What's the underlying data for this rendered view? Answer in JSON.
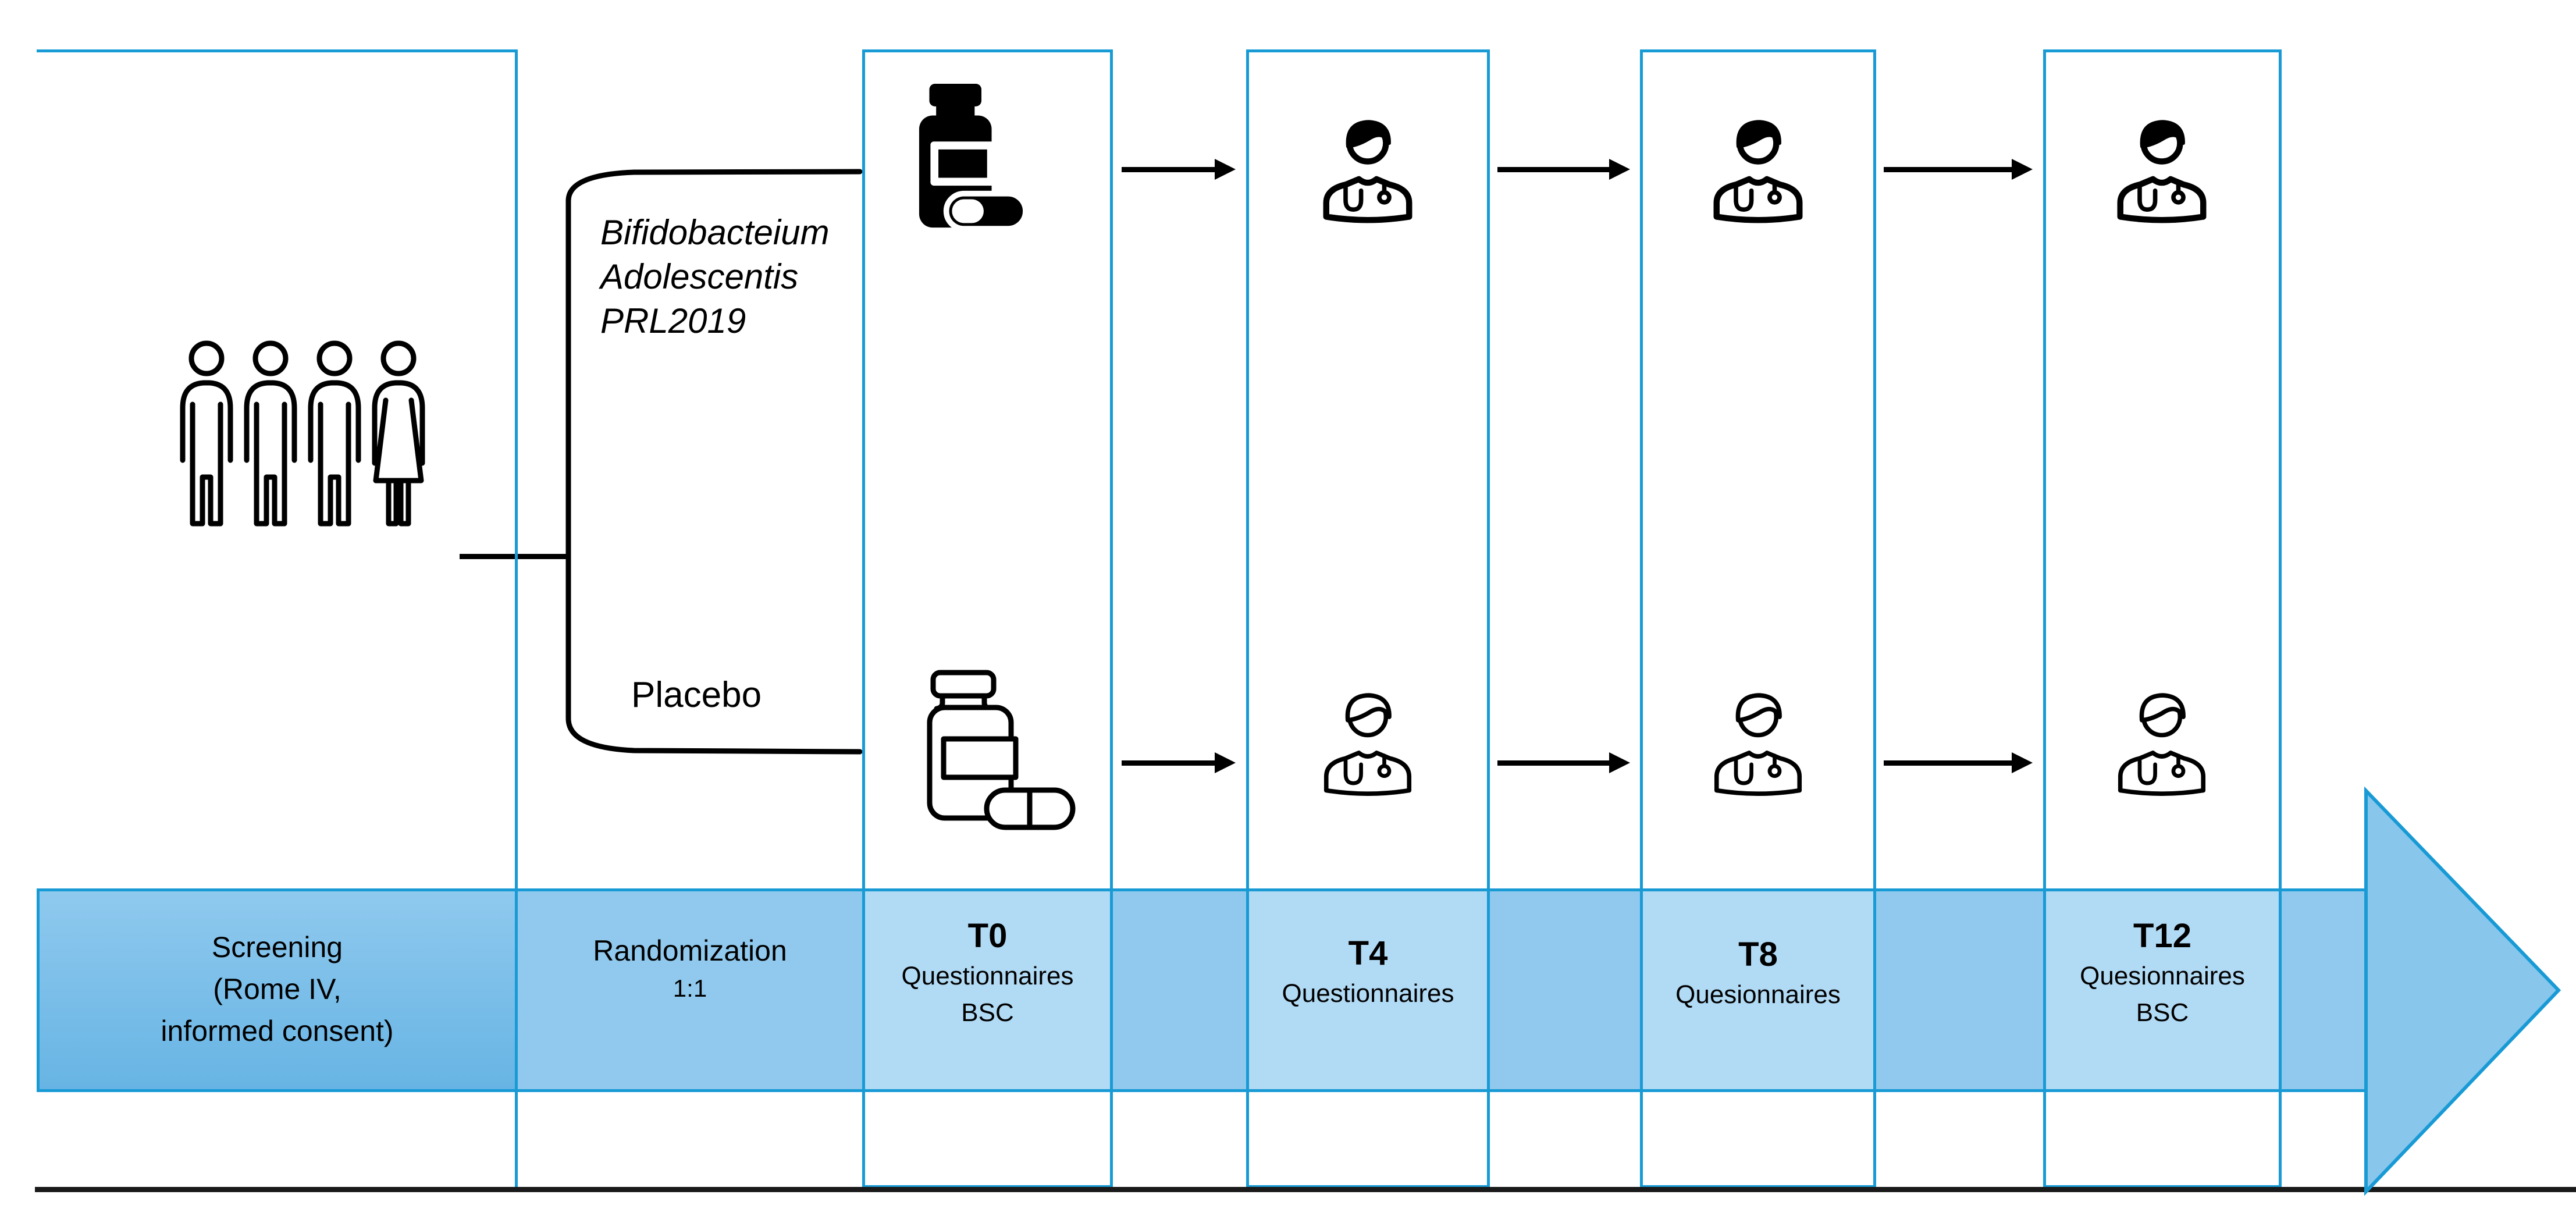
{
  "title": "Randomized placebo-controlled trial flow diagram",
  "colors": {
    "border-blue": "#189ad5",
    "band-medium": "#90c9ed",
    "band-light": "#b1daf4",
    "band-dark-top": "#8fc9ee",
    "band-dark-bottom": "#67b4e4",
    "arrow-fill": "#88c6ec",
    "ink": "#000000"
  },
  "stages": {
    "screening": {
      "line1": "Screening",
      "line2": "(Rome IV,",
      "line3": "informed consent)"
    },
    "randomization": {
      "line1": "Randomization",
      "line2": "1:1"
    },
    "t0": {
      "label": "T0",
      "line2": "Questionnaires",
      "line3": "BSC"
    },
    "t4": {
      "label": "T4",
      "line2": "Questionnaires"
    },
    "t8": {
      "label": "T8",
      "line2": "Quesionnaires"
    },
    "t12": {
      "label": "T12",
      "line2": "Quesionnaires",
      "line3": "BSC"
    }
  },
  "arms": {
    "probiotic": {
      "line1": "Bifidobacteium",
      "line2": "Adolescentis",
      "line3": "PRL2019"
    },
    "placebo": {
      "label": "Placebo"
    }
  },
  "icons": {
    "participants": "people-group-icon",
    "probiotic_bottle": "pill-bottle-filled-icon",
    "placebo_bottle": "pill-bottle-outline-icon",
    "visit_filled": "doctor-filled-icon",
    "visit_outline": "doctor-outline-icon",
    "timeline_arrow": "big-right-arrow",
    "between_visit_arrow": "right-arrow-icon"
  }
}
